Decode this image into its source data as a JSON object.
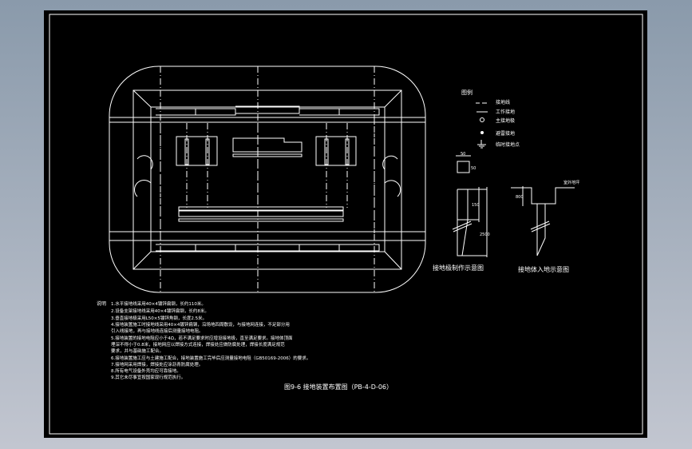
{
  "drawing": {
    "title": "图9-6  接地装置布置图（PB-4-D-06）",
    "legend": {
      "heading": "图例",
      "items": [
        {
          "icon": "ground-wire-symbol",
          "label": "接地线"
        },
        {
          "icon": "work-ground-symbol",
          "label": "工作接地"
        },
        {
          "icon": "ground-electrode-symbol",
          "label": "主接地极"
        },
        {
          "icon": "dot-symbol",
          "label": "避雷接地"
        },
        {
          "icon": "ground-symbol",
          "label": "临时接地点"
        }
      ]
    },
    "detail_1": {
      "label": "接地极制作示意图",
      "dims": [
        "50",
        "50",
        "150",
        "2500"
      ]
    },
    "detail_2": {
      "label": "接地体入地示意图",
      "dims": [
        "800"
      ],
      "grade_label": "室外地坪"
    },
    "notes": {
      "heading": "说明",
      "lines": [
        "1.水平接地线采用40×4镀锌扁钢，长约110米。",
        "2.设备支架接地线采用40×4镀锌扁钢，长约8米。",
        "3.垂直接地极采用L50×5镀锌角钢，长度2.5米。",
        "4.接地装置施工时接地线采用40×4镀锌扁钢，沿场地四周敷设，与接地网连接，不足部分用",
        "  引入线接地，再与接地线连接后测量接地电阻。",
        "5.接地装置的接地电阻应小于4Ω，若不满足要求时应增设接地极，直至满足要求。接地体顶面",
        "  埋深不得小于0.8米，接地网应以焊接方式连接，焊接处应做防腐处理，焊接长度满足规范",
        "  要求，并与基础施工配合。",
        "6.接地装置施工应与土建施工配合，接地装置施工完毕后应测量接地电阻（GB50169-2006）的要求。",
        "7.接地网采用焊接，焊接处应涂沥青防腐处理。",
        "8.所有电气设备外壳均应可靠接地。",
        "9.其它未尽事宜按国家现行规范执行。"
      ]
    }
  }
}
